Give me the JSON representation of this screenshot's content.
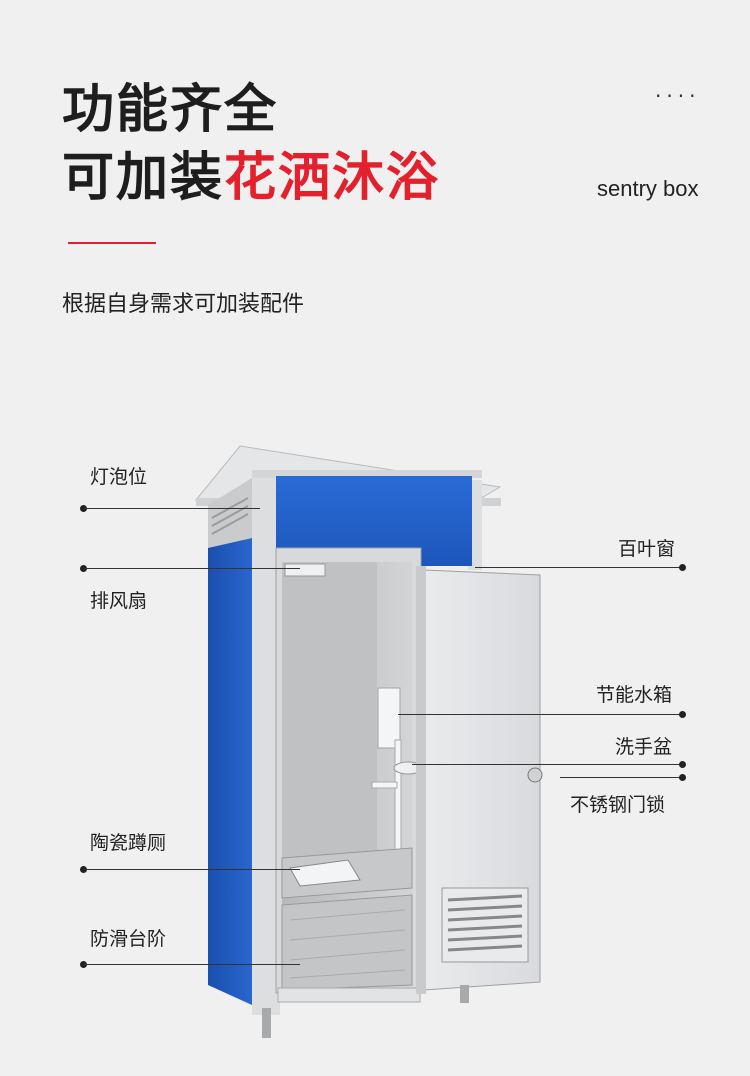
{
  "heading": {
    "line1": "功能齐全",
    "line2_plain": "可加装",
    "line2_accent": "花洒沐浴",
    "accent_color": "#e3202c",
    "dots": "....",
    "english_subtitle": "sentry box"
  },
  "subtitle": "根据自身需求可加装配件",
  "callouts": {
    "lamp": "灯泡位",
    "fan": "排风扇",
    "louver": "百叶窗",
    "water_tank": "节能水箱",
    "wash_basin": "洗手盆",
    "door_lock": "不锈钢门锁",
    "squat_toilet": "陶瓷蹲厕",
    "anti_slip_step": "防滑台阶"
  },
  "colors": {
    "booth_blue": "#1f5bbf",
    "frame_gray": "#d9dbde",
    "interior": "#c9cbcd"
  }
}
